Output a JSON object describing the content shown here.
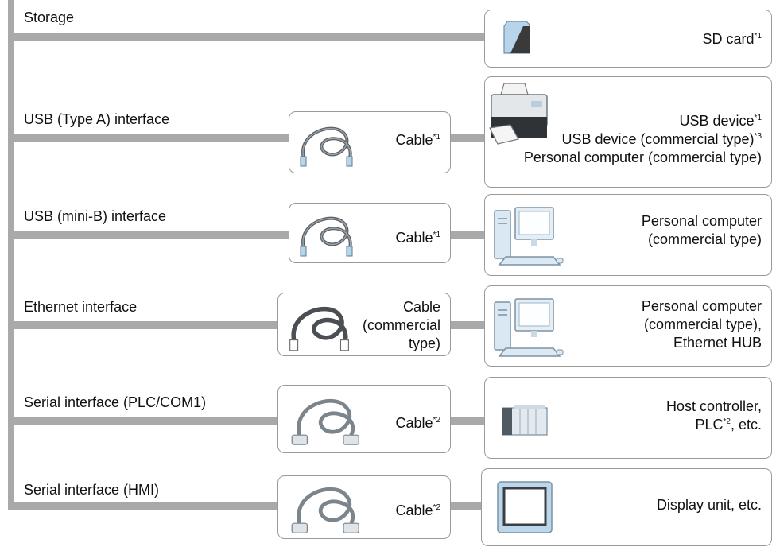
{
  "rows": [
    {
      "label": "Storage",
      "device": {
        "l1": "SD card",
        "l1sup": "*1"
      }
    },
    {
      "label": "USB (Type A) interface",
      "cable": {
        "l1": "Cable",
        "l1sup": "*1"
      },
      "device": {
        "l1": "USB device",
        "l1sup": "*1",
        "l2": "USB device (commercial type)",
        "l2sup": "*3",
        "l3": "Personal computer (commercial type)"
      }
    },
    {
      "label": "USB (mini-B) interface",
      "cable": {
        "l1": "Cable",
        "l1sup": "*1"
      },
      "device": {
        "l1": "Personal computer",
        "l2": "(commercial type)"
      }
    },
    {
      "label": "Ethernet interface",
      "cable": {
        "l1": "Cable",
        "l2": "(commercial",
        "l3": "type)"
      },
      "device": {
        "l1": "Personal computer",
        "l2": "(commercial type),",
        "l3": "Ethernet HUB"
      }
    },
    {
      "label": "Serial interface (PLC/COM1)",
      "cable": {
        "l1": "Cable",
        "l1sup": "*2"
      },
      "device": {
        "l1": "Host controller,",
        "l2a": "PLC",
        "l2sup": "*2",
        "l2b": ", etc."
      }
    },
    {
      "label": "Serial interface (HMI)",
      "cable": {
        "l1": "Cable",
        "l1sup": "*2"
      },
      "device": {
        "l1": "Display unit, etc."
      }
    }
  ],
  "icons": [
    "sd-card-icon",
    "printer-icon",
    "computer-icon",
    "usb-cable-icon",
    "ethernet-cable-icon",
    "serial-cable-icon",
    "plc-module-icon",
    "display-unit-icon"
  ]
}
